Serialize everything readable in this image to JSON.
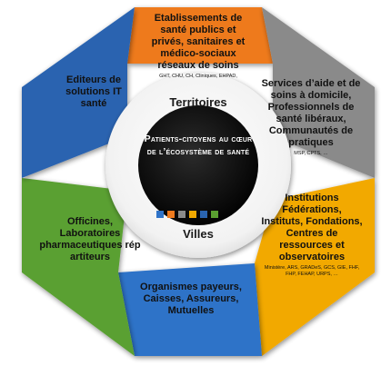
{
  "segments": [
    {
      "id": "etablissements",
      "color": "#ee7a1e",
      "title": "Etablissements de santé publics et privés, sanitaires et médico-sociaux réseaux de soins",
      "sub": "GHT, CHU, CH, Cliniques, EHPAD,"
    },
    {
      "id": "services",
      "color": "#8a8a8a",
      "title": "Services d’aide et de soins à domicile, Professionnels de santé libéraux, Communautés de pratiques",
      "sub": "MSP, CPTS, …"
    },
    {
      "id": "institutions",
      "color": "#f2a900",
      "title": "Institutions Fédérations, Instituts, Fondations, Centres de ressources et observatoires",
      "sub": "Ministère, ARS, GRADeS, GCS, GIE, FHF, FHP, FEHAP, URPS, …"
    },
    {
      "id": "organismes",
      "color": "#2f73c8",
      "title": "Organismes payeurs, Caisses, Assureurs, Mutuelles",
      "sub": ""
    },
    {
      "id": "officines",
      "color": "#5aa031",
      "title": "Officines, Laboratoires pharmaceutiques  rép artiteurs",
      "sub": ""
    },
    {
      "id": "editeurs",
      "color": "#2a64b0",
      "title": "Editeurs de solutions IT santé",
      "sub": ""
    }
  ],
  "ring": {
    "top": "Territoires",
    "bottom": "Villes"
  },
  "core": {
    "title": "Patients-citoyens au cœur de l’écosystème de santé"
  },
  "dots": [
    "#2f73c8",
    "#ee7a1e",
    "#8a8a8a",
    "#f2a900",
    "#2a64b0",
    "#5aa031"
  ]
}
